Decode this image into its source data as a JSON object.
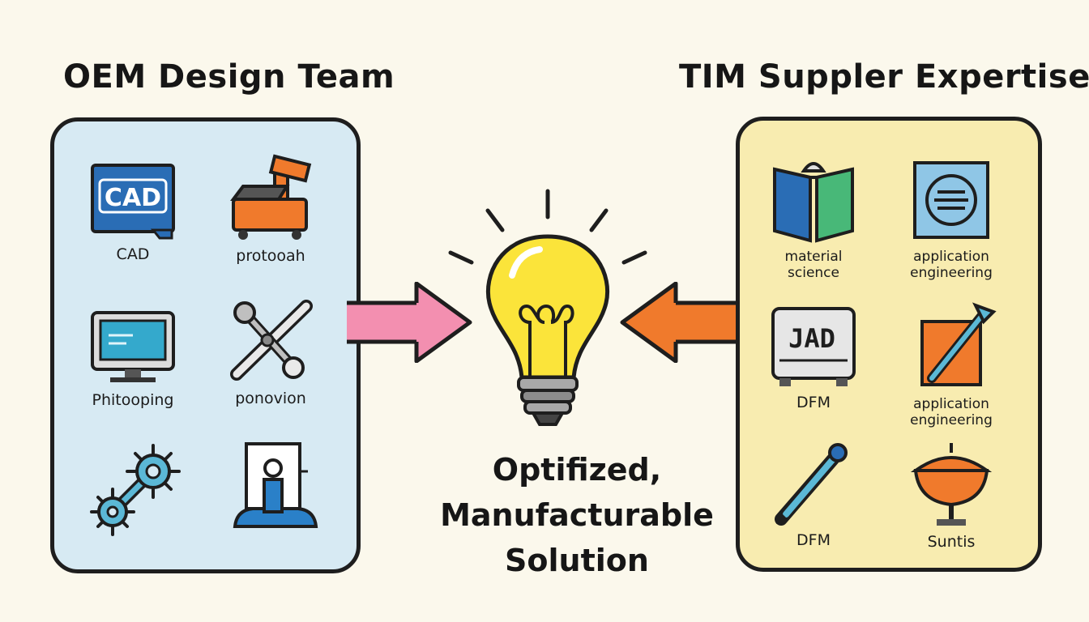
{
  "left_title": "OEM Design Team",
  "right_title": "TIM Suppler Expertise",
  "left_panel": {
    "items": [
      {
        "icon": "cad-monitor-icon",
        "icon_text": "CAD",
        "label": "CAD"
      },
      {
        "icon": "prototype-machine-icon",
        "label": "protooah"
      },
      {
        "icon": "computer-monitor-icon",
        "label": "Phitooping"
      },
      {
        "icon": "tools-icon",
        "label": "ponovion"
      },
      {
        "icon": "gears-icon",
        "label": ""
      },
      {
        "icon": "test-fixture-icon",
        "label": ""
      }
    ]
  },
  "right_panel": {
    "items": [
      {
        "icon": "book-icon",
        "label_lines": [
          "material",
          "science"
        ]
      },
      {
        "icon": "document-icon",
        "label_lines": [
          "application",
          "engineering"
        ]
      },
      {
        "icon": "machine-icon",
        "icon_text": "JAD",
        "label_lines": [
          "DFM"
        ]
      },
      {
        "icon": "pen-tool-icon",
        "label_lines": [
          "application",
          "engineering"
        ]
      },
      {
        "icon": "syringe-icon",
        "label_lines": [
          "DFM"
        ]
      },
      {
        "icon": "dish-icon",
        "label_lines": [
          "Suntis"
        ]
      }
    ]
  },
  "solution_lines": [
    "Optifized,",
    "Manufacturable",
    "Solution"
  ],
  "colors": {
    "left_panel": "#d7eaf3",
    "right_panel": "#f8ecb0",
    "left_arrow": "#f38fb0",
    "right_arrow": "#f07a2c",
    "bulb": "#fbe43a",
    "background": "#fbf8ec"
  }
}
